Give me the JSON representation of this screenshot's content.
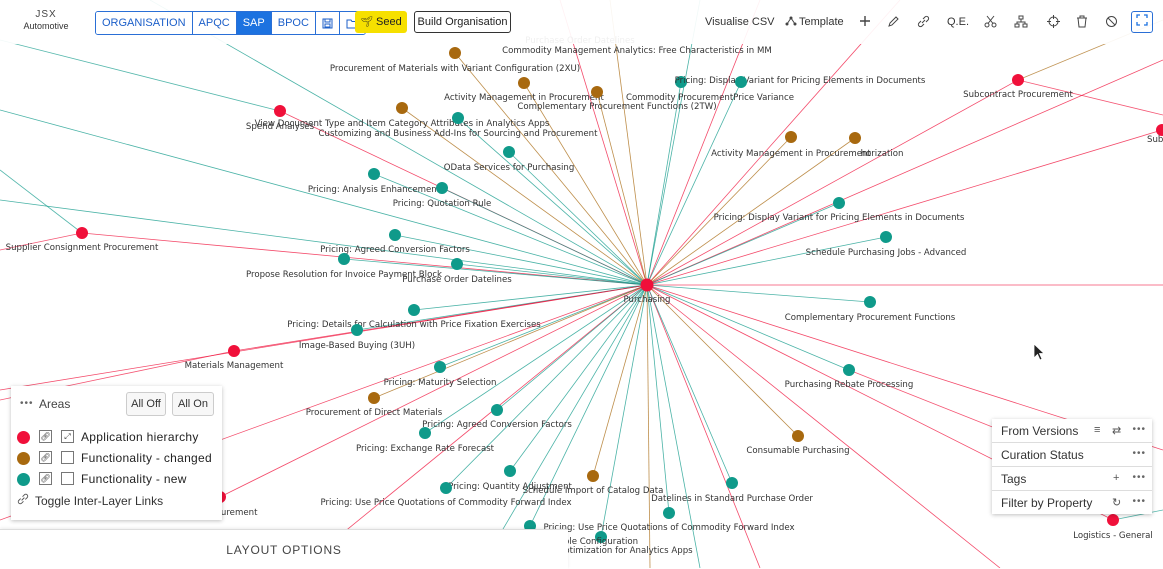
{
  "logo": {
    "mark": "JSX",
    "word": "Automotive"
  },
  "toolbar": {
    "tabs": [
      {
        "label": "ORGANISATION",
        "active": false
      },
      {
        "label": "APQC",
        "active": false
      },
      {
        "label": "SAP",
        "active": true
      },
      {
        "label": "BPOC",
        "active": false
      }
    ],
    "seed_label": "Seed",
    "build_label": "Build Organisation",
    "visualise_label": "Visualise CSV",
    "template_label": "Template",
    "qe_label": "Q.E."
  },
  "colors": {
    "application": "#f0103a",
    "changed": "#a8690f",
    "new": "#0f9a8a",
    "accent": "#1c72e0",
    "seed": "#f6e000"
  },
  "graph": {
    "center": {
      "label": "Purchasing",
      "type": "application"
    },
    "nodes": [
      {
        "label": "Purchase Order Datelines",
        "type": "new"
      },
      {
        "label": "Commodity Management Analytics: Free Characteristics in MM",
        "type": "changed"
      },
      {
        "label": "Procurement of Materials with Variant Configuration (2XU)",
        "type": "changed"
      },
      {
        "label": "Pricing: Display Variant for Pricing Elements in Documents",
        "type": "new"
      },
      {
        "label": "Activity Management in Procurement",
        "type": "changed"
      },
      {
        "label": "Complementary Procurement Functions (2TW)",
        "type": "changed"
      },
      {
        "label": "Commodity ProcurementPrice Variance",
        "type": "new"
      },
      {
        "label": "Subcontract Procurement",
        "type": "application"
      },
      {
        "label": "Spend Analyses",
        "type": "application"
      },
      {
        "label": "View Document Type and Item Category Attributes in Analytics Apps",
        "type": "changed"
      },
      {
        "label": "Customizing and Business Add-Ins for Sourcing and Procurement",
        "type": "new"
      },
      {
        "label": "Activity Management in Procurement",
        "type": "changed"
      },
      {
        "label": "horization",
        "type": "changed"
      },
      {
        "label": "OData Services for Purchasing",
        "type": "new"
      },
      {
        "label": "Pricing: Analysis Enhancement",
        "type": "new"
      },
      {
        "label": "Pricing: Quotation Rule",
        "type": "new"
      },
      {
        "label": "Pricing: Display Variant for Pricing Elements in Documents",
        "type": "new"
      },
      {
        "label": "Supplier Consignment Procurement",
        "type": "application"
      },
      {
        "label": "Pricing: Agreed Conversion Factors",
        "type": "new"
      },
      {
        "label": "Schedule Purchasing Jobs - Advanced",
        "type": "new"
      },
      {
        "label": "Propose Resolution for Invoice Payment Block",
        "type": "new"
      },
      {
        "label": "Purchase Order Datelines",
        "type": "new"
      },
      {
        "label": "Complementary Procurement Functions",
        "type": "new"
      },
      {
        "label": "Pricing: Details for Calculation with Price Fixation Exercises",
        "type": "new"
      },
      {
        "label": "Image-Based Buying (3UH)",
        "type": "new"
      },
      {
        "label": "Materials Management",
        "type": "application"
      },
      {
        "label": "Purchasing Rebate Processing",
        "type": "new"
      },
      {
        "label": "Pricing: Maturity Selection",
        "type": "new"
      },
      {
        "label": "Procurement of Direct Materials",
        "type": "changed"
      },
      {
        "label": "Pricing: Agreed Conversion Factors",
        "type": "new"
      },
      {
        "label": "Pricing: Exchange Rate Forecast",
        "type": "new"
      },
      {
        "label": "Consumable Purchasing",
        "type": "changed"
      },
      {
        "label": "Pricing: Quantity Adjustment",
        "type": "new"
      },
      {
        "label": "Schedule Import of Catalog Data",
        "type": "changed"
      },
      {
        "label": "Datelines in Standard Purchase Order",
        "type": "new"
      },
      {
        "label": "Pricing: Use Price Quotations of Commodity Forward Index",
        "type": "new"
      },
      {
        "label": "Pricing: Use Price Quotations of Commodity Forward Index",
        "type": "new"
      },
      {
        "label": "ble Configuration",
        "type": "new"
      },
      {
        "label": "Optimization for Analytics Apps",
        "type": "new"
      },
      {
        "label": "Procurement",
        "type": "application"
      },
      {
        "label": "Logistics - General",
        "type": "application"
      },
      {
        "label": "Sub",
        "type": "application"
      },
      {
        "label": "Purchase Order Datelines",
        "type": "new"
      }
    ]
  },
  "areas_panel": {
    "title": "Areas",
    "all_off": "All Off",
    "all_on": "All On",
    "items": [
      {
        "label": "Application hierarchy",
        "type": "application"
      },
      {
        "label": "Functionality - changed",
        "type": "changed"
      },
      {
        "label": "Functionality - new",
        "type": "new"
      }
    ],
    "toggle_label": "Toggle Inter-Layer Links"
  },
  "layout_options": {
    "label": "LAYOUT OPTIONS"
  },
  "filters_panel": {
    "items": [
      {
        "label": "From Versions"
      },
      {
        "label": "Curation Status"
      },
      {
        "label": "Tags"
      },
      {
        "label": "Filter by Property"
      }
    ]
  }
}
